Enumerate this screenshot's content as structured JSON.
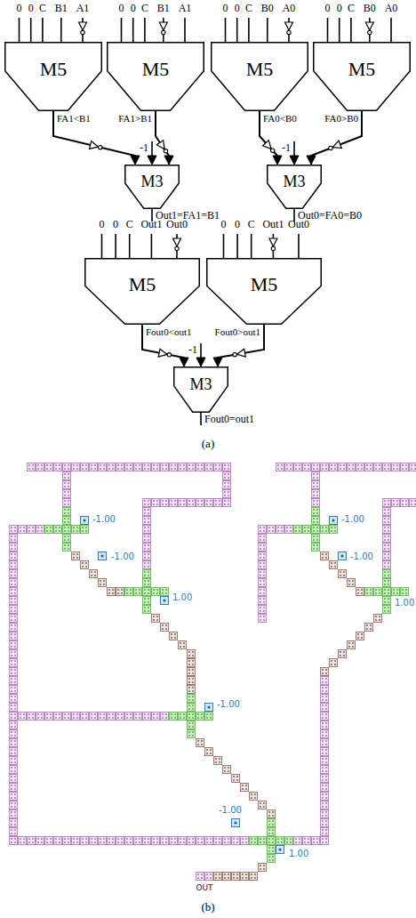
{
  "diagram": {
    "nodes": [
      {
        "text": [
          "M5"
        ]
      },
      {
        "text": [
          "M5"
        ]
      },
      {
        "text": [
          "M5"
        ]
      },
      {
        "text": [
          "M5"
        ]
      },
      {
        "text": [
          "M3"
        ]
      },
      {
        "text": [
          "M3"
        ]
      },
      {
        "text": [
          "M5"
        ]
      },
      {
        "text": [
          "M5"
        ]
      },
      {
        "text": [
          "M3"
        ]
      }
    ],
    "edges": [
      {
        "from": 0,
        "to": 4,
        "arrow": "to",
        "label": "FA1<B1"
      },
      {
        "from": 1,
        "to": 4,
        "arrow": "to",
        "label": "FA1>B1"
      },
      {
        "from": 2,
        "to": 5,
        "arrow": "to",
        "label": "FA0<B0"
      },
      {
        "from": 3,
        "to": 5,
        "arrow": "to",
        "label": "FA0>B0"
      },
      {
        "from": 6,
        "to": 8,
        "arrow": "to",
        "label": "Fout0<out1"
      },
      {
        "from": 7,
        "to": 8,
        "arrow": "to",
        "label": "Fout0>out1"
      }
    ],
    "labels": [
      "0",
      "0",
      "C",
      "B1",
      "A1",
      "0",
      "0",
      "C",
      "B1",
      "A1",
      "0",
      "0",
      "C",
      "B0",
      "A0",
      "0",
      "0",
      "C",
      "B0",
      "A0",
      "-1",
      "-1",
      "Out1=FA1=B1",
      "Out0=FA0=B0",
      "0",
      "0",
      "C",
      "Out1",
      "Out0",
      "0",
      "0",
      "C",
      "Out1",
      "Out0",
      "-1",
      "Fout0=out1",
      "(a)",
      "-1.00",
      "-1.00",
      "-1.00",
      "1.00",
      "-1.00",
      "1.00",
      "-1.00",
      "-1.00",
      "1.00",
      "OUT",
      "(b)"
    ]
  }
}
